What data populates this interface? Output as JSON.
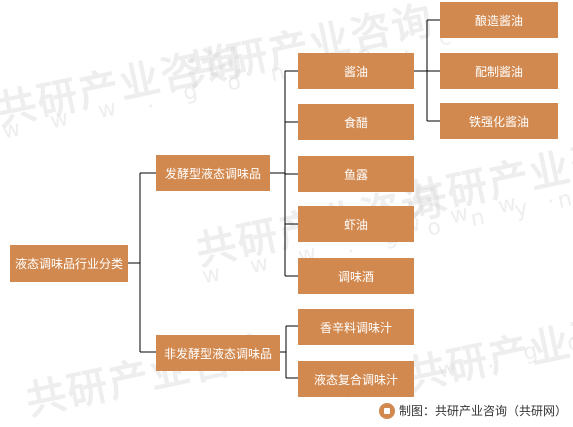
{
  "root": "液态调味品行业分类",
  "level1": [
    "发酵型液态调味品",
    "非发酵型液态调味品"
  ],
  "fermented_children": [
    "酱油",
    "食醋",
    "鱼露",
    "虾油",
    "调味酒"
  ],
  "non_fermented_children": [
    "香辛料调味汁",
    "液态复合调味汁"
  ],
  "soy_sauce_children": [
    "酿造酱油",
    "配制酱油",
    "铁强化酱油"
  ],
  "watermark": {
    "logo_text": "共研产业咨询",
    "url": "w w w . g o n y n . c o m"
  },
  "footer": {
    "source": "制图：共研产业咨询（共研网）"
  },
  "colors": {
    "box_fill": "#d2894f",
    "box_text": "#ffffff",
    "line": "#000000"
  }
}
